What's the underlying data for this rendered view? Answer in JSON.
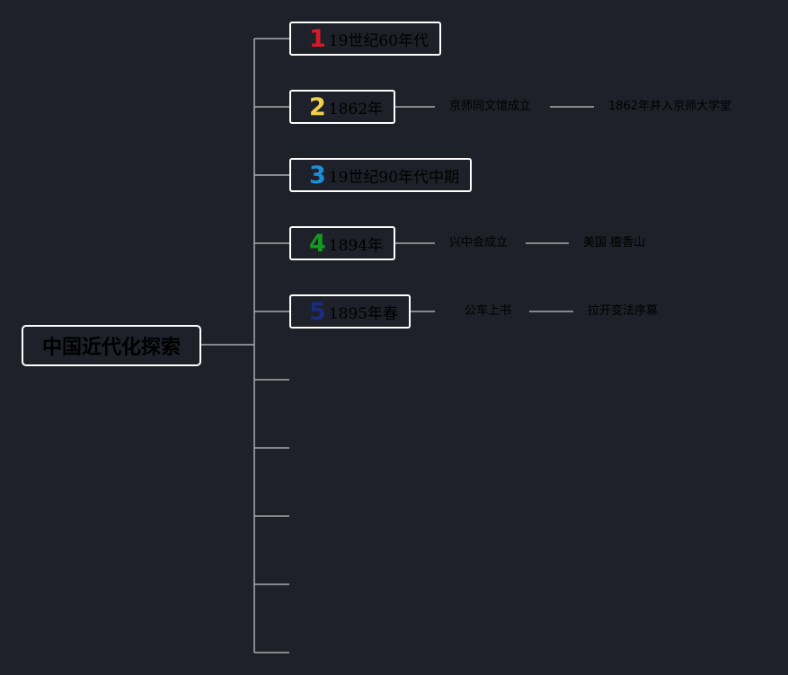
{
  "root": {
    "label": "中国近代化探索"
  },
  "branches": [
    {
      "number": "1",
      "label": "19世纪60年代",
      "color": "#d61a2a",
      "children": []
    },
    {
      "number": "2",
      "label": "1862年",
      "color": "#f2d24b",
      "children": [
        "京师同文馆成立",
        "1862年并入京师大学堂"
      ]
    },
    {
      "number": "3",
      "label": "19世纪90年代中期",
      "color": "#1e8fd6",
      "children": []
    },
    {
      "number": "4",
      "label": "1894年",
      "color": "#17991f",
      "children": [
        "兴中会成立",
        "美国 檀香山"
      ]
    },
    {
      "number": "5",
      "label": "1895年春",
      "color": "#1a2c80",
      "children": [
        "公车上书",
        "拉开变法序幕"
      ]
    }
  ],
  "empty_branch_count": 5,
  "colors": {
    "background": "#1e2129",
    "line": "#aaaaaa",
    "border": "#ffffff"
  }
}
